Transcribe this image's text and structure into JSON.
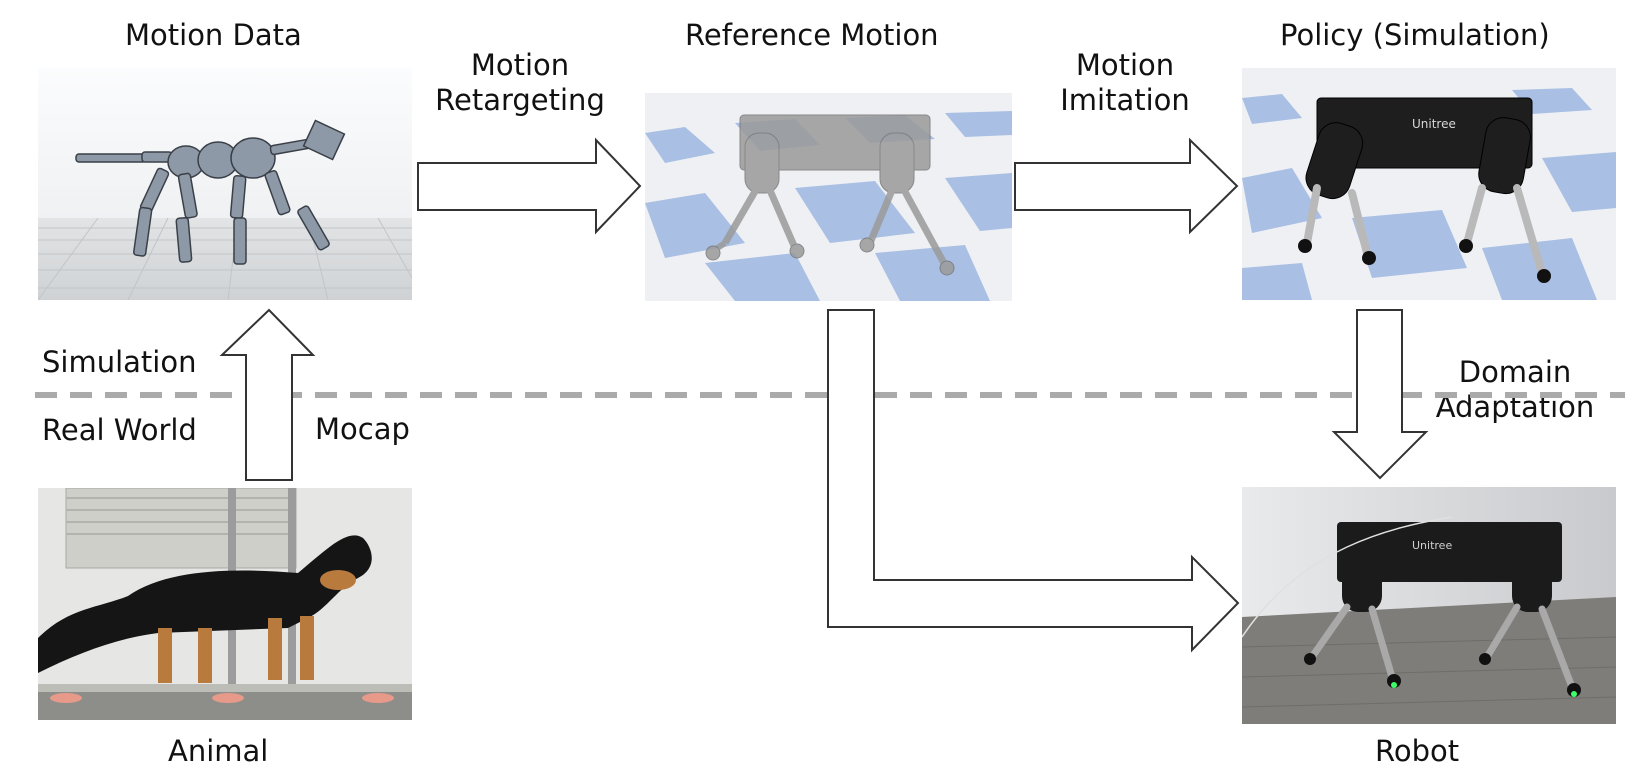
{
  "titles": {
    "motion_data": "Motion Data",
    "reference_motion": "Reference Motion",
    "policy": "Policy (Simulation)",
    "animal": "Animal",
    "robot": "Robot"
  },
  "arrows": {
    "retargeting_line1": "Motion",
    "retargeting_line2": "Retargeting",
    "imitation_line1": "Motion",
    "imitation_line2": "Imitation",
    "mocap": "Mocap",
    "domain_line1": "Domain",
    "domain_line2": "Adaptation"
  },
  "regions": {
    "simulation": "Simulation",
    "real_world": "Real World"
  },
  "robot_logo_text": "Unitree",
  "colors": {
    "divider": "#aaaaaa",
    "checker_blue": "#a9bfe3",
    "checker_light": "#eef0f4",
    "robot_dark": "#1e1e1e",
    "arrow_stroke": "#333333"
  }
}
